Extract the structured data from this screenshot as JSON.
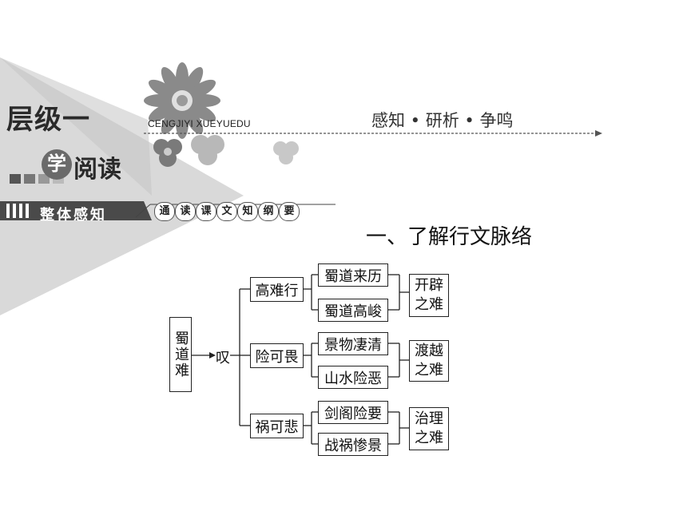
{
  "header": {
    "title_main": "层级一",
    "title_sub_circle": "学",
    "title_sub": "阅读",
    "pinyin": "CENGJIYI XUEYUEDU",
    "tagline": "感知 • 研析 • 争鸣"
  },
  "section": {
    "label": "整体感知",
    "pills": [
      "通",
      "读",
      "课",
      "文",
      "知",
      "纲",
      "要"
    ]
  },
  "heading": "一、了解行文脉络",
  "diagram": {
    "root": "蜀道难",
    "sigh": "叹",
    "branches": [
      {
        "label": "高难行",
        "items": [
          "蜀道来历",
          "蜀道高峻"
        ],
        "result": "开辟\n之难"
      },
      {
        "label": "险可畏",
        "items": [
          "景物凄清",
          "山水险恶"
        ],
        "result": "渡越\n之难"
      },
      {
        "label": "祸可悲",
        "items": [
          "剑阁险要",
          "战祸惨景"
        ],
        "result": "治理\n之难"
      }
    ]
  }
}
